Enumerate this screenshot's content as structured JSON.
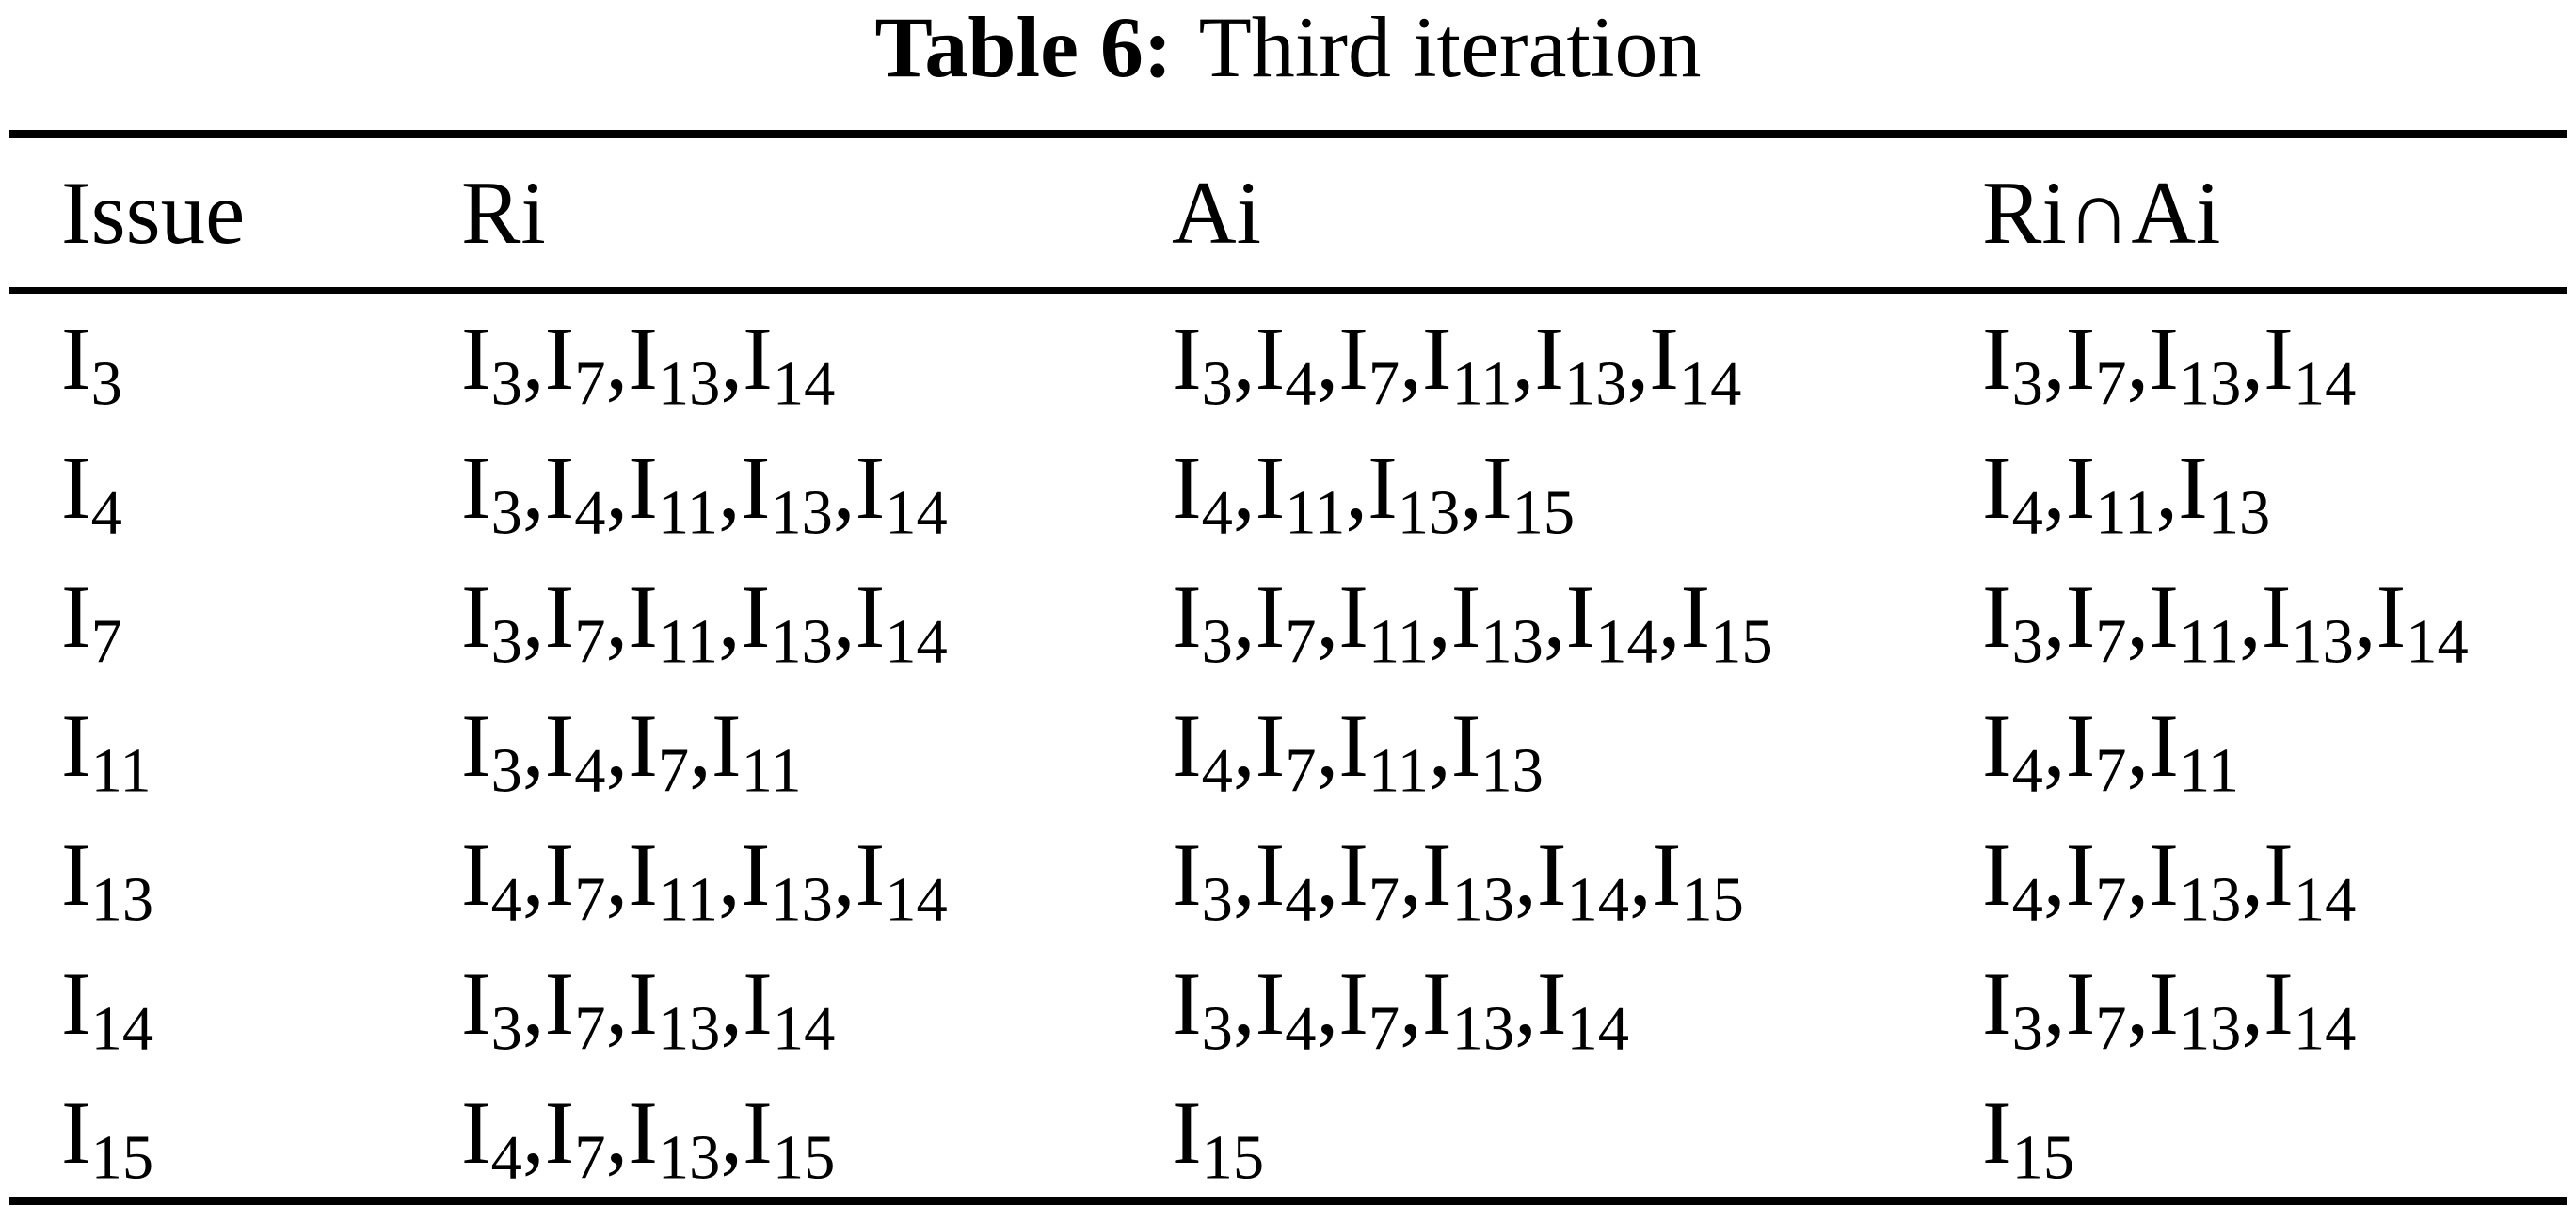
{
  "caption": {
    "label": "Table 6:",
    "text": "Third iteration"
  },
  "table": {
    "item_prefix": "I",
    "separator": ",",
    "columns": [
      {
        "key": "issue",
        "label": "Issue"
      },
      {
        "key": "ri",
        "label": "Ri"
      },
      {
        "key": "ai",
        "label": "Ai"
      },
      {
        "key": "ri_ai",
        "label": "Ri∩Ai"
      }
    ],
    "rows": [
      {
        "issue": [
          3
        ],
        "ri": [
          3,
          7,
          13,
          14
        ],
        "ai": [
          3,
          4,
          7,
          11,
          13,
          14
        ],
        "ri_ai": [
          3,
          7,
          13,
          14
        ]
      },
      {
        "issue": [
          4
        ],
        "ri": [
          3,
          4,
          11,
          13,
          14
        ],
        "ai": [
          4,
          11,
          13,
          15
        ],
        "ri_ai": [
          4,
          11,
          13
        ]
      },
      {
        "issue": [
          7
        ],
        "ri": [
          3,
          7,
          11,
          13,
          14
        ],
        "ai": [
          3,
          7,
          11,
          13,
          14,
          15
        ],
        "ri_ai": [
          3,
          7,
          11,
          13,
          14
        ]
      },
      {
        "issue": [
          11
        ],
        "ri": [
          3,
          4,
          7,
          11
        ],
        "ai": [
          4,
          7,
          11,
          13
        ],
        "ri_ai": [
          4,
          7,
          11
        ]
      },
      {
        "issue": [
          13
        ],
        "ri": [
          4,
          7,
          11,
          13,
          14
        ],
        "ai": [
          3,
          4,
          7,
          13,
          14,
          15
        ],
        "ri_ai": [
          4,
          7,
          13,
          14
        ]
      },
      {
        "issue": [
          14
        ],
        "ri": [
          3,
          7,
          13,
          14
        ],
        "ai": [
          3,
          4,
          7,
          13,
          14
        ],
        "ri_ai": [
          3,
          7,
          13,
          14
        ]
      },
      {
        "issue": [
          15
        ],
        "ri": [
          4,
          7,
          13,
          15
        ],
        "ai": [
          15
        ],
        "ri_ai": [
          15
        ]
      }
    ]
  },
  "colors": {
    "background": "#ffffff",
    "text": "#000000",
    "rule": "#000000"
  }
}
